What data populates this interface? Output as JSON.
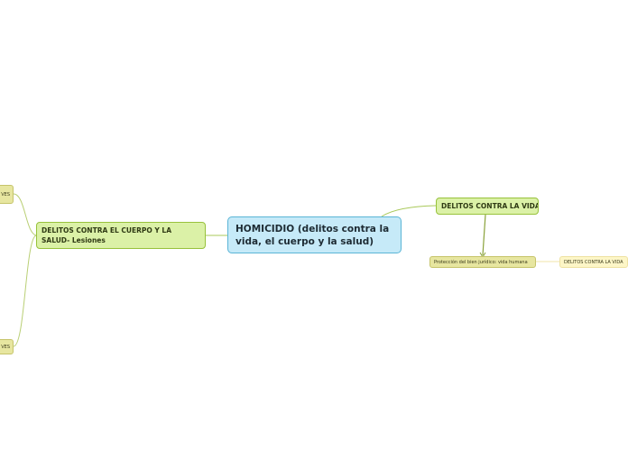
{
  "map": {
    "central": "HOMICIDIO (delitos contra la vida, el cuerpo y la salud)",
    "left_branch": "DELITOS CONTRA EL CUERPO Y LA SALUD- Lesiones",
    "left_child_top": "VES",
    "left_child_bottom": "VES",
    "right_branch": "DELITOS CONTRA LA VIDA",
    "right_sub": "Protección del bien jurídico: vida humana",
    "right_leaf": "DELITOS CONTRA LA VIDA"
  },
  "colors": {
    "central_fill": "#c6eaf8",
    "central_border": "#5bb5d6",
    "branch_fill": "#dbf1a7",
    "branch_border": "#98c23c",
    "sub_fill": "#e7e6a0",
    "leaf_fill": "#fdf6c7",
    "connector": "#a9c95a"
  }
}
